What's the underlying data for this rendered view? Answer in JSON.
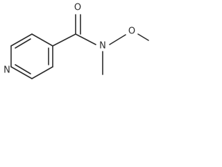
{
  "molecule": {
    "atoms": {
      "oxygen_carbonyl": "O",
      "nitrogen_amide": "N",
      "oxygen_methoxy": "O",
      "nitrogen_ring": "N"
    },
    "colors": {
      "ink": "#2b2b2b",
      "background": "#ffffff"
    }
  }
}
